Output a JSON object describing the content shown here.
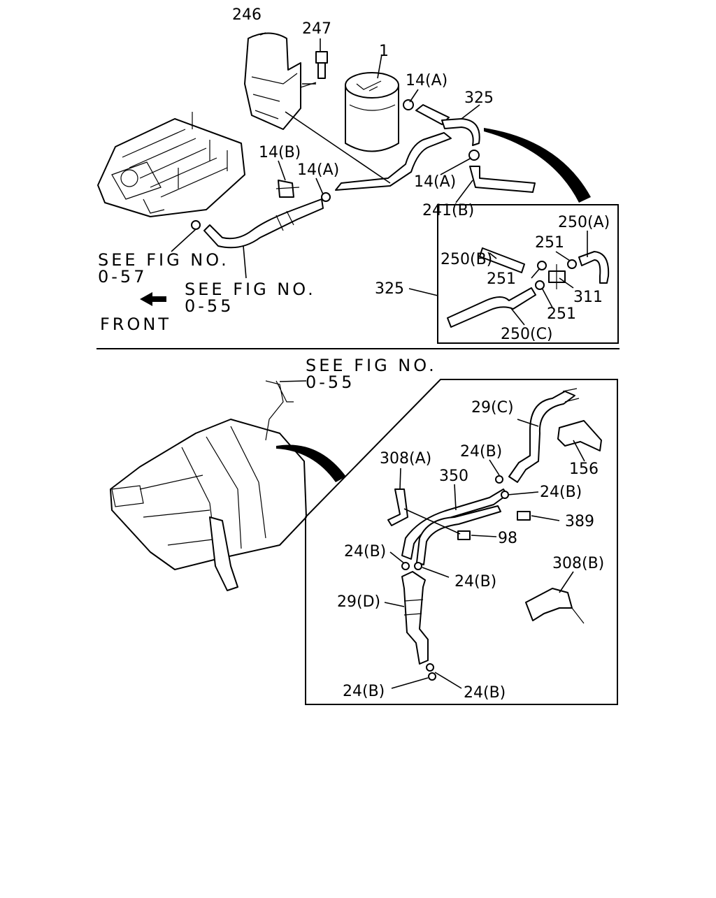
{
  "labels": {
    "p246": "246",
    "p247": "247",
    "p1": "1",
    "p14A_top": "14(A)",
    "p325_top": "325",
    "p14B": "14(B)",
    "p14A_mid": "14(A)",
    "p14A_right": "14(A)",
    "p241B": "241(B)",
    "p250A": "250(A)",
    "p251_a": "251",
    "p250B": "250(B)",
    "p251_b": "251",
    "p311": "311",
    "p325_inset": "325",
    "p251_c": "251",
    "p250C": "250(C)",
    "p29C": "29(C)",
    "p24B_1": "24(B)",
    "p156": "156",
    "p308A": "308(A)",
    "p350": "350",
    "p24B_2": "24(B)",
    "p389": "389",
    "p98": "98",
    "p24B_3": "24(B)",
    "p24B_4": "24(B)",
    "p308B": "308(B)",
    "p29D": "29(D)",
    "p24B_5": "24(B)",
    "p24B_6": "24(B)"
  },
  "notes": {
    "see_057_line1": "SEE FIG NO.",
    "see_057_line2": "0-57",
    "see_055a_line1": "SEE FIG NO.",
    "see_055a_line2": "0-55",
    "front": "FRONT",
    "see_055b_line1": "SEE FIG NO.",
    "see_055b_line2": "0-55"
  }
}
